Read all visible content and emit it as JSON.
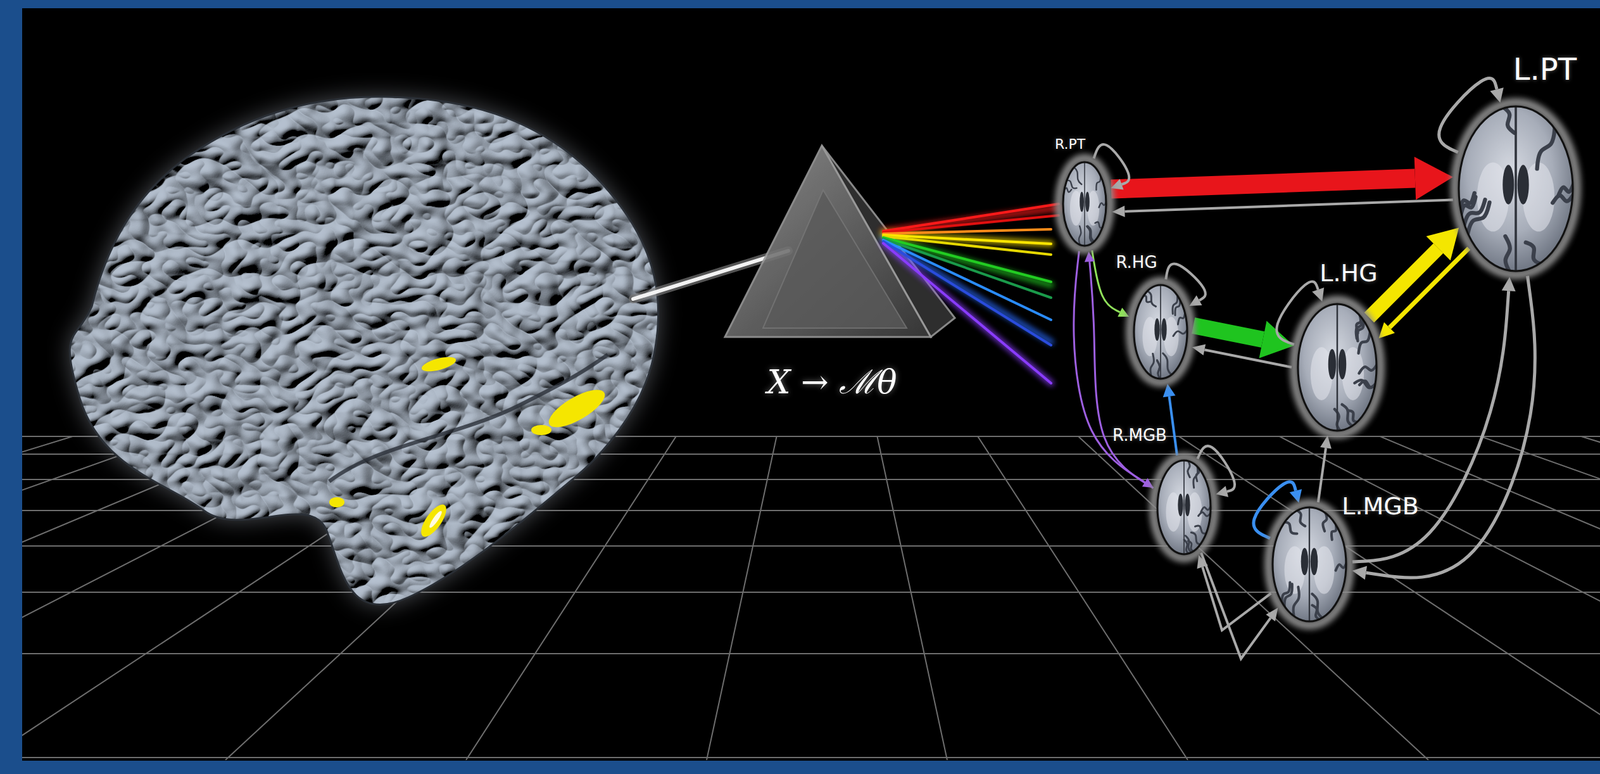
{
  "diagram": {
    "nodes": [
      {
        "text": [
          "R.PT"
        ]
      },
      {
        "text": [
          "L.PT"
        ]
      },
      {
        "text": [
          "R.HG"
        ]
      },
      {
        "text": [
          "L.HG"
        ]
      },
      {
        "text": [
          "R.MGB"
        ]
      },
      {
        "text": [
          "L.MGB"
        ]
      }
    ],
    "edges": [
      {
        "from": 0,
        "to": 1,
        "arrow": "to"
      },
      {
        "from": 1,
        "to": 0,
        "arrow": "to"
      },
      {
        "from": 0,
        "to": 2,
        "arrow": "to"
      },
      {
        "from": 2,
        "to": 3,
        "arrow": "to"
      },
      {
        "from": 3,
        "to": 2,
        "arrow": "to"
      },
      {
        "from": 3,
        "to": 1,
        "arrow": "to"
      },
      {
        "from": 1,
        "to": 3,
        "arrow": "to"
      },
      {
        "from": 0,
        "to": 4,
        "arrow": "to"
      },
      {
        "from": 4,
        "to": 0,
        "arrow": "to"
      },
      {
        "from": 4,
        "to": 2,
        "arrow": "to"
      },
      {
        "from": 5,
        "to": 3,
        "arrow": "to"
      },
      {
        "from": 5,
        "to": 1,
        "arrow": "to"
      },
      {
        "from": 1,
        "to": 5,
        "arrow": "to"
      },
      {
        "from": 4,
        "to": 5,
        "arrow": "to"
      },
      {
        "from": 5,
        "to": 4,
        "arrow": "to"
      },
      {
        "from": 0,
        "to": 0,
        "arrow": "to"
      },
      {
        "from": 1,
        "to": 1,
        "arrow": "to"
      },
      {
        "from": 2,
        "to": 2,
        "arrow": "to"
      },
      {
        "from": 3,
        "to": 3,
        "arrow": "to"
      },
      {
        "from": 4,
        "to": 4,
        "arrow": "to"
      },
      {
        "from": 5,
        "to": 5,
        "arrow": "to"
      }
    ],
    "labels": [
      "X → ℳθ"
    ]
  }
}
